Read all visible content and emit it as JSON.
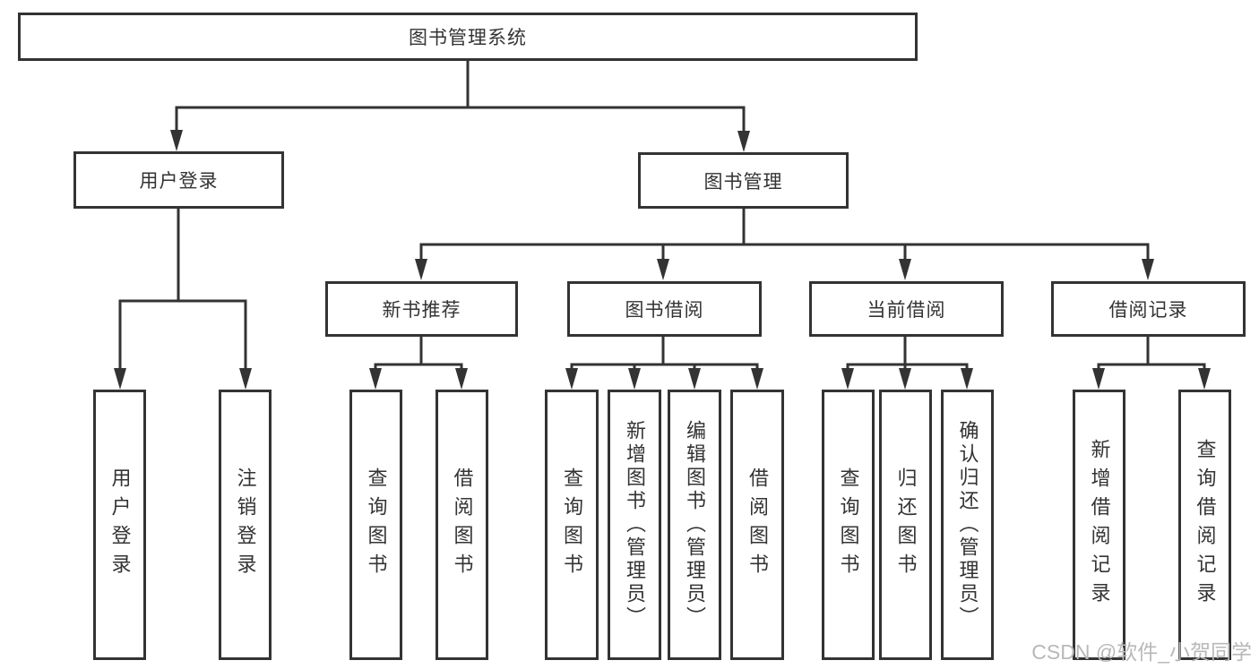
{
  "tree": {
    "label": "图书管理系统",
    "children": [
      {
        "label": "用户登录",
        "children": [
          {
            "label": "用户登录"
          },
          {
            "label": "注销登录"
          }
        ]
      },
      {
        "label": "图书管理",
        "children": [
          {
            "label": "新书推荐",
            "children": [
              {
                "label": "查询图书"
              },
              {
                "label": "借阅图书"
              }
            ]
          },
          {
            "label": "图书借阅",
            "children": [
              {
                "label": "查询图书"
              },
              {
                "label": "新增图书（管理员）"
              },
              {
                "label": "编辑图书（管理员）"
              },
              {
                "label": "借阅图书"
              }
            ]
          },
          {
            "label": "当前借阅",
            "children": [
              {
                "label": "查询图书"
              },
              {
                "label": "归还图书"
              },
              {
                "label": "确认归还（管理员）"
              }
            ]
          },
          {
            "label": "借阅记录",
            "children": [
              {
                "label": "新增借阅记录"
              },
              {
                "label": "查询借阅记录"
              }
            ]
          }
        ]
      }
    ]
  },
  "watermark": {
    "text": "CSDN @软件_小贺同学"
  },
  "colors": {
    "line": "#333333",
    "box_border": "#333333",
    "background": "#ffffff",
    "watermark_text": "#b8b8b8"
  }
}
